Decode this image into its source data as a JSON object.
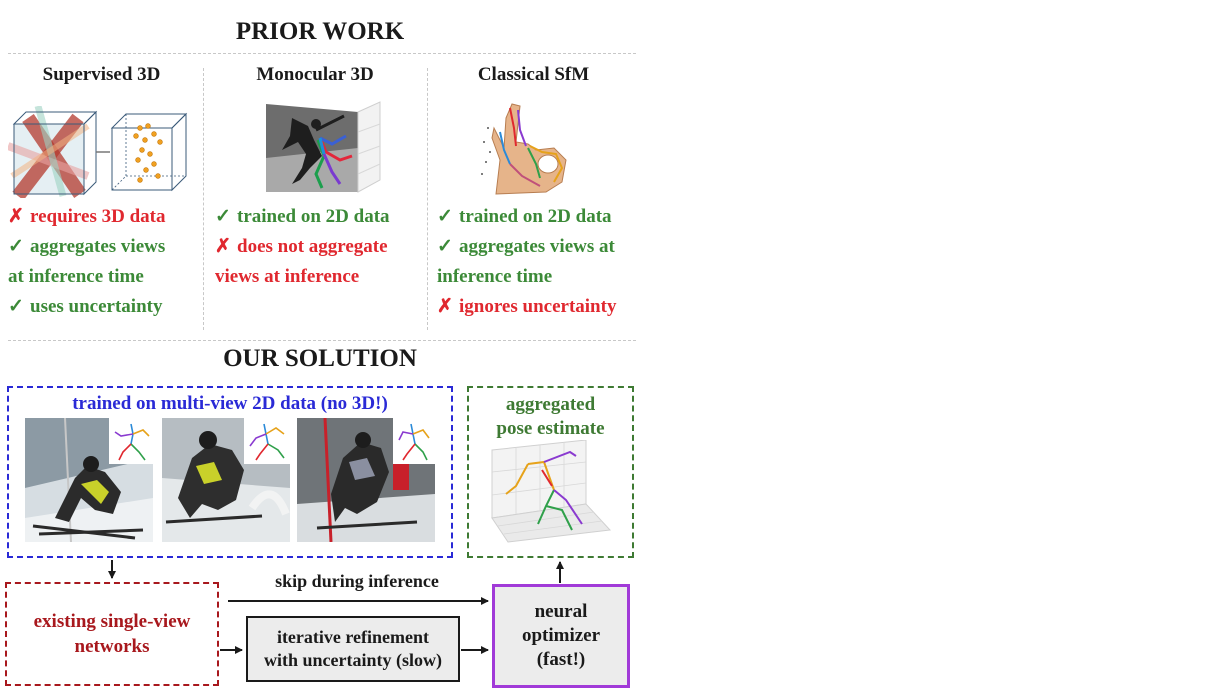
{
  "prior_work": {
    "title": "PRIOR WORK",
    "columns": [
      {
        "title": "Supervised 3D",
        "claims": [
          {
            "mark": "✗",
            "text": "requires 3D data",
            "good": false
          },
          {
            "mark": "✓",
            "text": "aggregates views",
            "good": true
          },
          {
            "mark": "",
            "text": "at inference time",
            "good": true
          },
          {
            "mark": "✓",
            "text": "uses uncertainty",
            "good": true
          }
        ]
      },
      {
        "title": "Monocular 3D",
        "claims": [
          {
            "mark": "✓",
            "text": "trained on 2D data",
            "good": true
          },
          {
            "mark": "✗",
            "text": "does not aggregate",
            "good": false
          },
          {
            "mark": "",
            "text": "views at inference",
            "good": false
          }
        ]
      },
      {
        "title": "Classical SfM",
        "claims": [
          {
            "mark": "✓",
            "text": "trained on 2D data",
            "good": true
          },
          {
            "mark": "✓",
            "text": "aggregates views at",
            "good": true
          },
          {
            "mark": "",
            "text": "inference time",
            "good": true
          },
          {
            "mark": "✗",
            "text": "ignores uncertainty",
            "good": false
          }
        ]
      }
    ]
  },
  "solution": {
    "title": "OUR SOLUTION",
    "training_box": "trained on multi-view 2D data (no 3D!)",
    "aggregated_line1": "aggregated",
    "aggregated_line2": "pose estimate",
    "single_view_line1": "existing single-view",
    "single_view_line2": "networks",
    "skip_label": "skip during inference",
    "refinement_line1": "iterative refinement",
    "refinement_line2": "with uncertainty (slow)",
    "optimizer_line1": "neural",
    "optimizer_line2": "optimizer",
    "optimizer_line3": "(fast!)"
  },
  "colors": {
    "positive": "#3c8a38",
    "negative": "#e0282f",
    "blue": "#2a2ad6",
    "green": "#3e7a33",
    "red": "#a8181d",
    "purple": "#a13ad8"
  }
}
